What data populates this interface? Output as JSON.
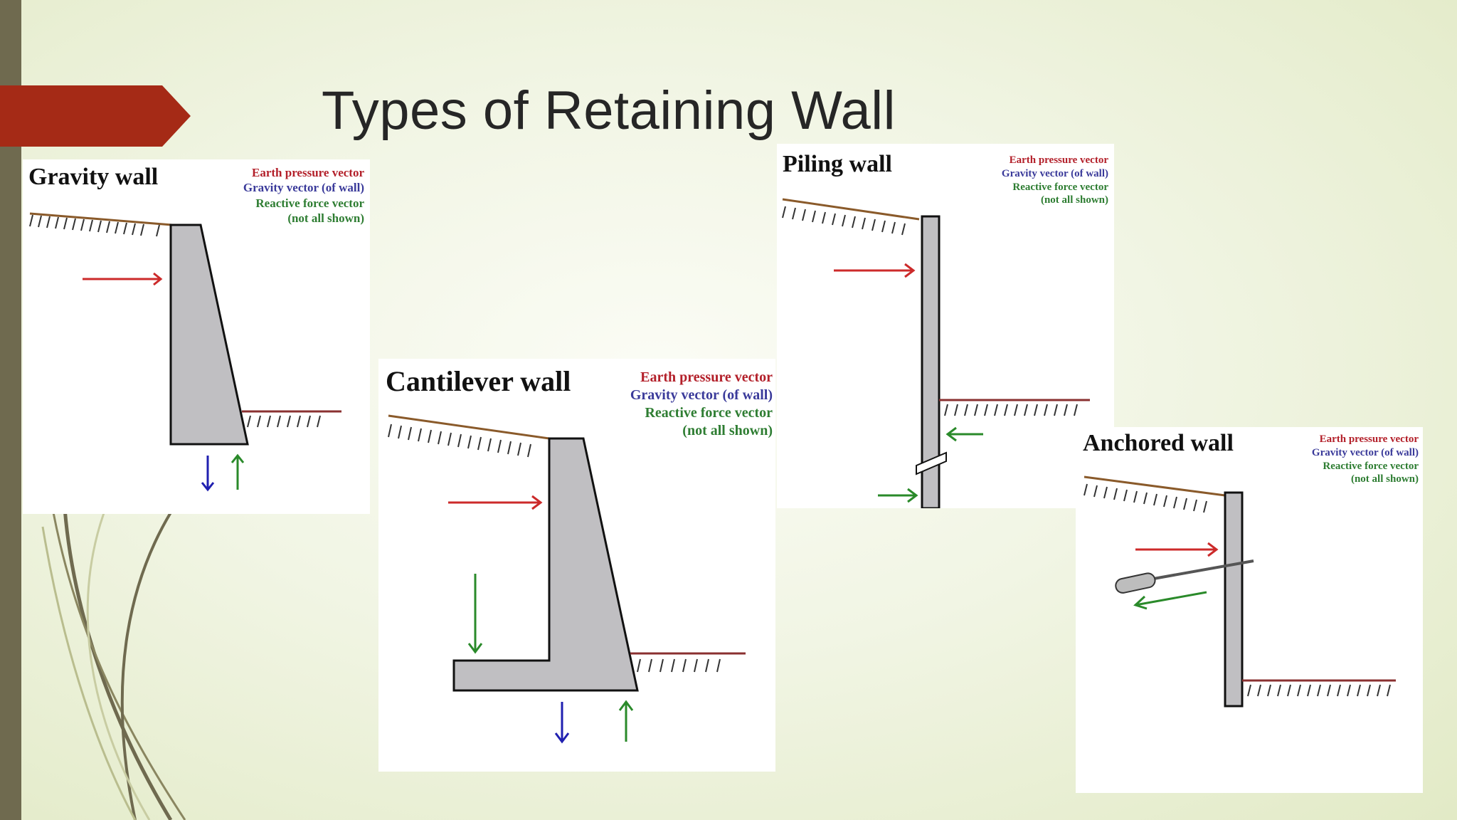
{
  "slide": {
    "title": "Types of Retaining Wall"
  },
  "colors": {
    "accent_ribbon": "#a52a16",
    "side_bar": "#6f6a4f",
    "earth_pressure": "#cc2a2a",
    "gravity": "#2020b0",
    "reactive": "#2a8a2a",
    "wall_fill": "#c0bfc2"
  },
  "panels": [
    {
      "id": "gravity",
      "title": "Gravity wall",
      "legend": {
        "earth": "Earth pressure vector",
        "gravity": "Gravity vector (of wall)",
        "reactive": "Reactive force vector",
        "note": "(not all shown)"
      }
    },
    {
      "id": "cantilever",
      "title": "Cantilever wall",
      "legend": {
        "earth": "Earth pressure vector",
        "gravity": "Gravity vector (of wall)",
        "reactive": "Reactive force vector",
        "note": "(not all shown)"
      }
    },
    {
      "id": "piling",
      "title": "Piling wall",
      "legend": {
        "earth": "Earth pressure vector",
        "gravity": "Gravity vector (of wall)",
        "reactive": "Reactive force vector",
        "note": "(not all shown)"
      }
    },
    {
      "id": "anchored",
      "title": "Anchored wall",
      "legend": {
        "earth": "Earth pressure vector",
        "gravity": "Gravity vector (of wall)",
        "reactive": "Reactive force vector",
        "note": "(not all shown)"
      }
    }
  ]
}
